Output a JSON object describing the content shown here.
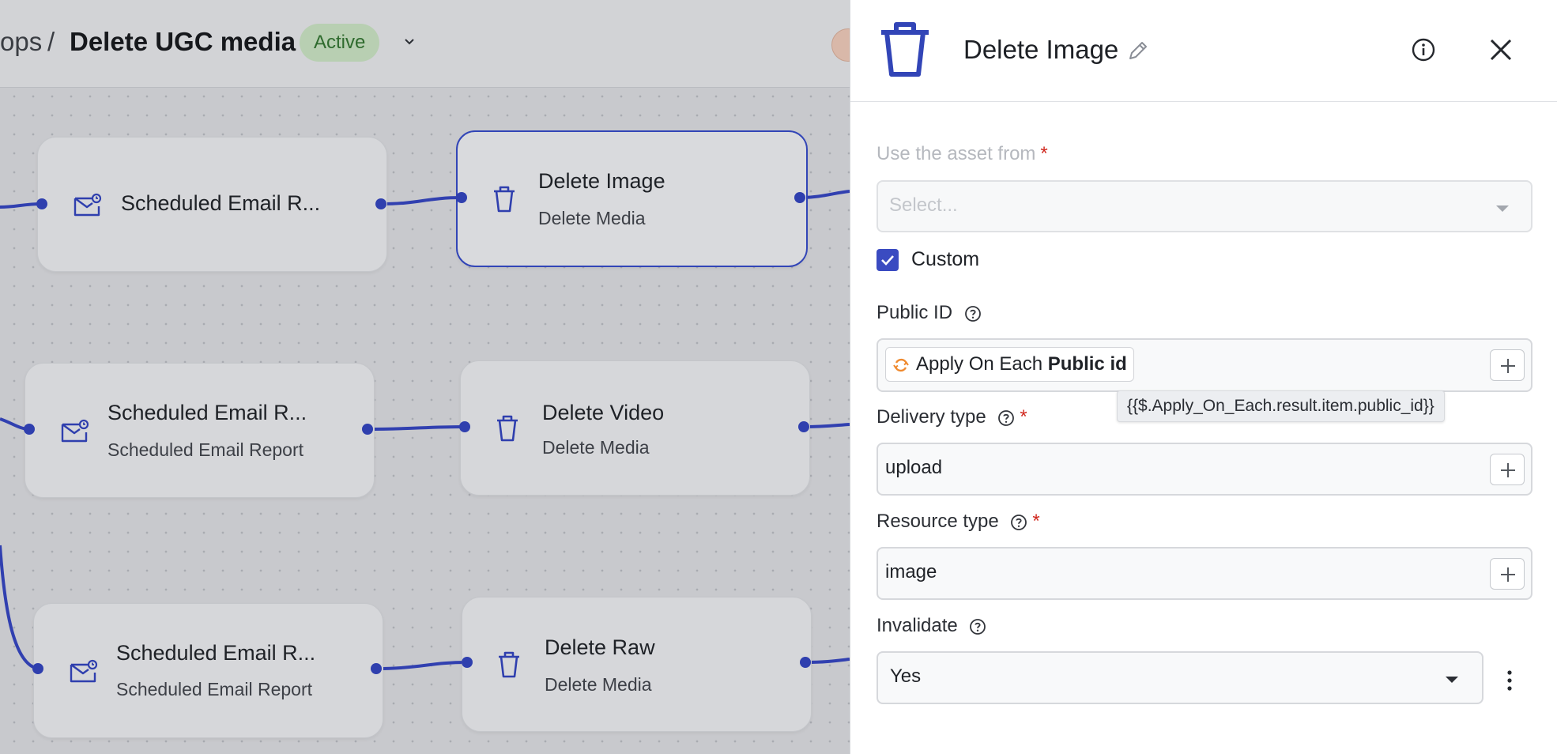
{
  "breadcrumb": {
    "prev": "ops",
    "separator": "/",
    "title": "Delete UGC media",
    "status": "Active"
  },
  "nodes": [
    {
      "title": "Scheduled Email R...",
      "subtitle": "",
      "icon": "email-schedule-icon"
    },
    {
      "title": "Delete Image",
      "subtitle": "Delete Media",
      "icon": "trash-icon",
      "selected": true
    },
    {
      "title": "Scheduled Email R...",
      "subtitle": "Scheduled Email Report",
      "icon": "email-schedule-icon"
    },
    {
      "title": "Delete Video",
      "subtitle": "Delete Media",
      "icon": "trash-icon"
    },
    {
      "title": "Scheduled Email R...",
      "subtitle": "Scheduled Email Report",
      "icon": "email-schedule-icon"
    },
    {
      "title": "Delete Raw",
      "subtitle": "Delete Media",
      "icon": "trash-icon"
    }
  ],
  "panel": {
    "title": "Delete Image",
    "asset_from": {
      "label": "Use the asset from",
      "required_mark": "*",
      "placeholder": "Select..."
    },
    "custom": {
      "label": "Custom",
      "checked": true
    },
    "public_id": {
      "label": "Public ID",
      "chip_prefix": "Apply On Each",
      "chip_bold": "Public id",
      "tooltip": "{{$.Apply_On_Each.result.item.public_id}}"
    },
    "delivery_type": {
      "label": "Delivery type",
      "required_mark": "*",
      "value": "upload"
    },
    "resource_type": {
      "label": "Resource type",
      "required_mark": "*",
      "value": "image"
    },
    "invalidate": {
      "label": "Invalidate",
      "value": "Yes"
    }
  },
  "colors": {
    "accent": "#3245b7",
    "status_bg": "#b8cfb2",
    "status_text": "#2f6b2e",
    "required": "#d0291f"
  }
}
